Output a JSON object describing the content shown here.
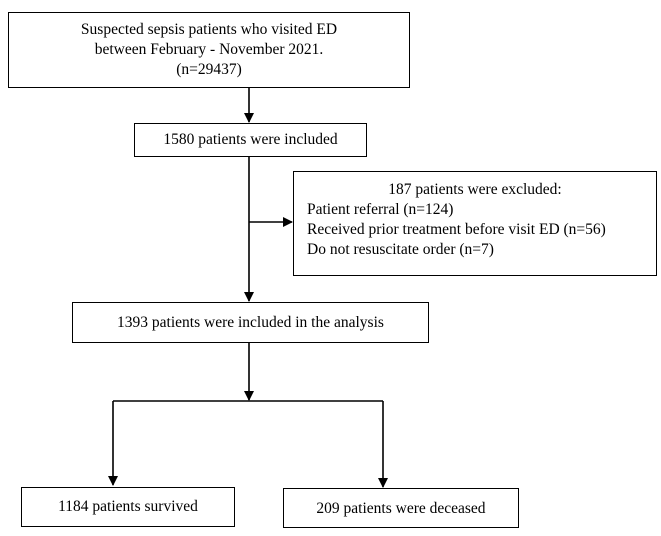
{
  "boxes": {
    "screened": {
      "lines": [
        "Suspected sepsis patients who visited ED",
        "between February - November 2021.",
        "(n=29437)"
      ]
    },
    "included": {
      "text": "1580 patients were included"
    },
    "excluded": {
      "title": "187 patients were excluded:",
      "lines": [
        "Patient referral (n=124)",
        "Received prior treatment before visit ED (n=56)",
        "Do not resuscitate order (n=7)"
      ]
    },
    "analysis": {
      "text": "1393 patients were included in the analysis"
    },
    "survived": {
      "text": "1184 patients survived"
    },
    "deceased": {
      "text": "209 patients were deceased"
    }
  }
}
